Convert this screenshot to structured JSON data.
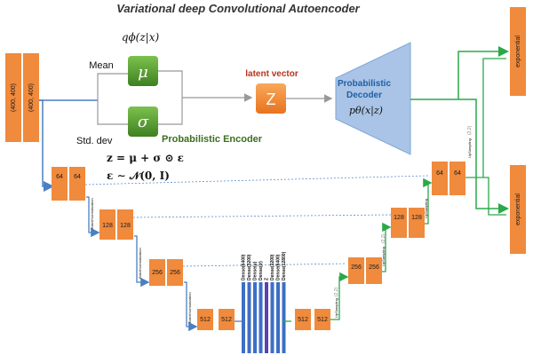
{
  "title": "Variational deep Convolutional Autoencoder",
  "encoder": {
    "posterior": "qϕ(z|x)",
    "mean_label": "Mean",
    "std_label": "Std. dev",
    "mu_symbol": "μ",
    "sigma_symbol": "σ",
    "name": "Probabilistic Encoder"
  },
  "equations": {
    "reparam": "z = μ + σ ⊙ ε",
    "noise": "ε ∼ 𝒩(0, I)"
  },
  "latent": {
    "label": "latent vector",
    "symbol": "Z"
  },
  "decoder": {
    "name_line1": "Probabilistic",
    "name_line2": "Decoder",
    "likelihood": "pθ(x|z)"
  },
  "inputs": [
    "(400, 400)",
    "(400, 400)"
  ],
  "outputs": [
    "exponential",
    "exponential"
  ],
  "encoder_blocks": [
    {
      "a": "64",
      "b": "64"
    },
    {
      "a": "128",
      "b": "128"
    },
    {
      "a": "256",
      "b": "256"
    },
    {
      "a": "512",
      "b": "512"
    }
  ],
  "decoder_blocks": [
    {
      "a": "512",
      "b": "512"
    },
    {
      "a": "256",
      "b": "256"
    },
    {
      "a": "128",
      "b": "128"
    },
    {
      "a": "64",
      "b": "64"
    }
  ],
  "batchnorm_label": "BatchNormalization",
  "upsampling_labels": [
    "UpSampling",
    "UpSampling",
    "UpSampling",
    "UpSampling"
  ],
  "upsampling_factors": [
    "(2,2)",
    "(2,2)",
    "(2,2)"
  ],
  "dense_layers": [
    "Dense(6400)",
    "Dense(3200)",
    "Dense(μ)",
    "Dense(σ)",
    "Z",
    "Dense(3200)",
    "Dense(6400)",
    "Dense(12800)"
  ],
  "colors": {
    "block": "#f08a3c",
    "block_text": "#1a1a1a",
    "encoder_line": "#4a7fc1",
    "decoder_line": "#2aa84a",
    "dense": "#3d6fc4",
    "mu_sigma": "#5aa038",
    "encoder_label": "#3b6e1f",
    "latent_label": "#b8341c",
    "decoder_label": "#1f5fa6",
    "decoder_trap": "#a9c4e6"
  }
}
